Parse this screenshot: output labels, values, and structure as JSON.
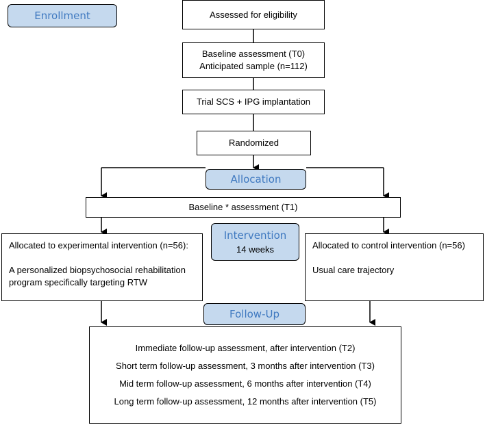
{
  "stages": {
    "enrollment": "Enrollment",
    "allocation": "Allocation",
    "intervention": "Intervention",
    "intervention_duration": "14 weeks",
    "follow_up": "Follow-Up"
  },
  "steps": {
    "eligibility": "Assessed for eligibility",
    "baseline_t0_line1": "Baseline assessment (T0)",
    "baseline_t0_line2": "Anticipated sample (n=112)",
    "trial_scs": "Trial SCS + IPG implantation",
    "randomized": "Randomized",
    "baseline_t1": "Baseline * assessment (T1)"
  },
  "arms": {
    "experimental": {
      "title": "Allocated to experimental intervention (n=56):",
      "description": "A personalized biopsychosocial rehabilitation program specifically targeting RTW"
    },
    "control": {
      "title": "Allocated to control intervention (n=56)",
      "description": "Usual care trajectory"
    }
  },
  "follow_up_assessments": [
    "Immediate follow-up assessment, after intervention (T2)",
    "Short term follow-up assessment, 3 months after intervention (T3)",
    "Mid term follow-up assessment, 6 months after intervention (T4)",
    "Long term follow-up assessment, 12 months after intervention (T5)"
  ]
}
